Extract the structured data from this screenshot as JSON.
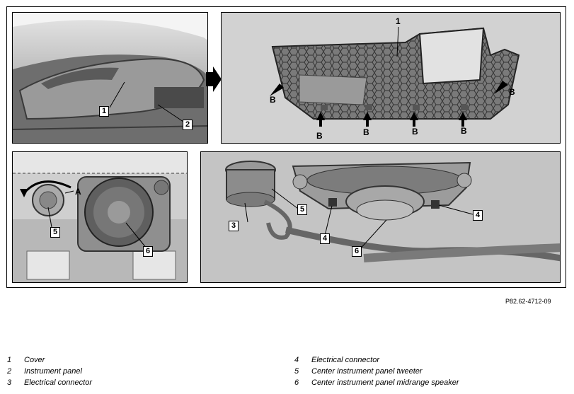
{
  "figure_ref": "P82.62-4712-09",
  "callouts": {
    "p1_1": "1",
    "p1_2": "2",
    "p2_1": "1",
    "p2_B": "B",
    "p3_A": "A",
    "p3_5": "5",
    "p3_6": "6",
    "p4_3": "3",
    "p4_4a": "4",
    "p4_4b": "4",
    "p4_5": "5",
    "p4_6": "6"
  },
  "legend_left": [
    {
      "num": "1",
      "text": "Cover"
    },
    {
      "num": "2",
      "text": "Instrument panel"
    },
    {
      "num": "3",
      "text": "Electrical connector"
    }
  ],
  "legend_right": [
    {
      "num": "4",
      "text": "Electrical connector"
    },
    {
      "num": "5",
      "text": "Center instrument panel tweeter"
    },
    {
      "num": "6",
      "text": "Center instrument panel midrange speaker"
    }
  ]
}
